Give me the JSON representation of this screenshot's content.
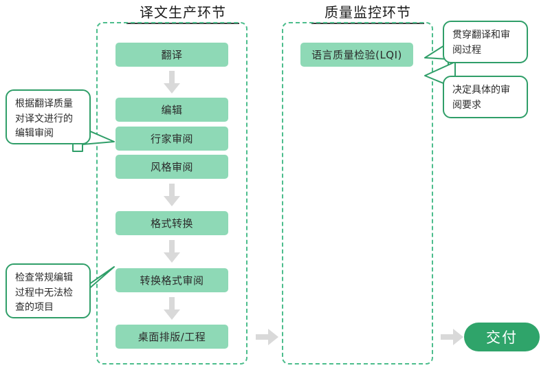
{
  "diagram": {
    "title_left": "译文生产环节",
    "title_right": "质量监控环节",
    "colors": {
      "step_fill": "#8ed9b6",
      "phase_border": "#4cbd8c",
      "callout_border": "#2f9e68",
      "delivery_fill": "#2fa46a",
      "arrow_fill": "#d9d9d9",
      "text": "#2b2b2b"
    },
    "production_steps": [
      {
        "label": "翻译"
      },
      {
        "label": "编辑"
      },
      {
        "label": "行家审阅"
      },
      {
        "label": "风格审阅"
      },
      {
        "label": "格式转换"
      },
      {
        "label": "转换格式审阅"
      },
      {
        "label": "桌面排版/工程"
      }
    ],
    "quality_steps": [
      {
        "label": "语言质量检验(LQI)"
      }
    ],
    "delivery": {
      "label": "交付"
    },
    "callouts": [
      {
        "id": "edit-review-note",
        "lines": [
          "根据翻译质量",
          "对译文进行的",
          "编辑审阅"
        ]
      },
      {
        "id": "conversion-review-note",
        "lines": [
          "检查常规编辑",
          "过程中无法检",
          "查的项目"
        ]
      },
      {
        "id": "lqi-scope-note",
        "lines": [
          "贯穿翻译和审",
          "阅过程"
        ]
      },
      {
        "id": "lqi-requirement-note",
        "lines": [
          "决定具体的审",
          "阅要求"
        ]
      }
    ],
    "arrows": [
      {
        "id": "translate-to-edit",
        "direction": "down"
      },
      {
        "id": "style-to-format",
        "direction": "down"
      },
      {
        "id": "format-to-review",
        "direction": "down"
      },
      {
        "id": "review-to-dtp",
        "direction": "down"
      },
      {
        "id": "production-to-quality",
        "direction": "right"
      },
      {
        "id": "quality-to-delivery",
        "direction": "right"
      }
    ]
  }
}
